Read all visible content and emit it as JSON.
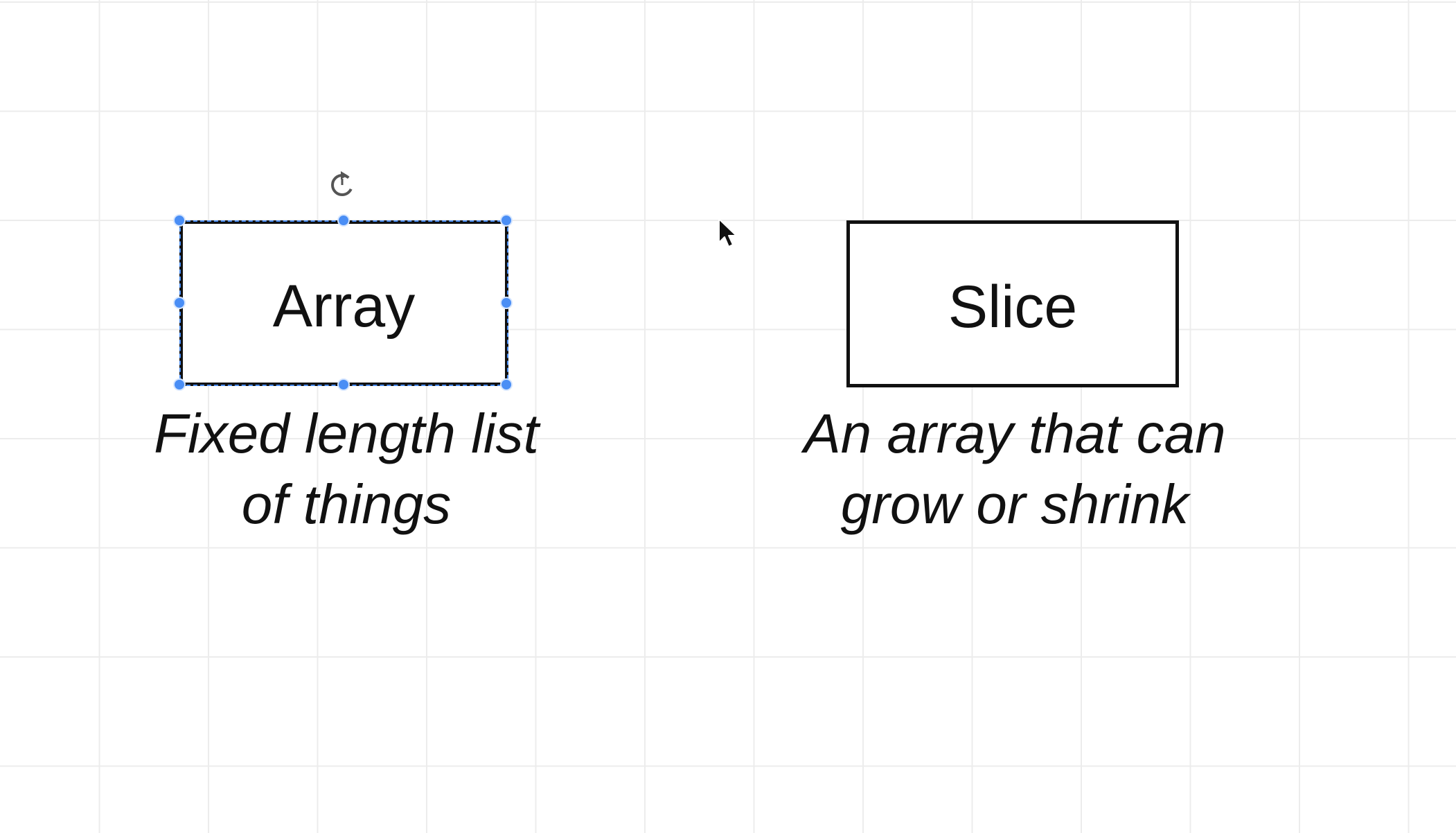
{
  "diagram": {
    "shapes": [
      {
        "id": "array",
        "label": "Array",
        "selected": true,
        "caption_lines": [
          "Fixed length list",
          "of things"
        ]
      },
      {
        "id": "slice",
        "label": "Slice",
        "selected": false,
        "caption_lines": [
          "An array that can",
          "grow or shrink"
        ]
      }
    ]
  },
  "icons": {
    "rotate": "rotate-icon",
    "pointer": "mouse-pointer-icon"
  },
  "colors": {
    "background": "#ffffff",
    "grid_line": "#ececec",
    "shape_stroke": "#111111",
    "selection": "#4a8ef5"
  }
}
